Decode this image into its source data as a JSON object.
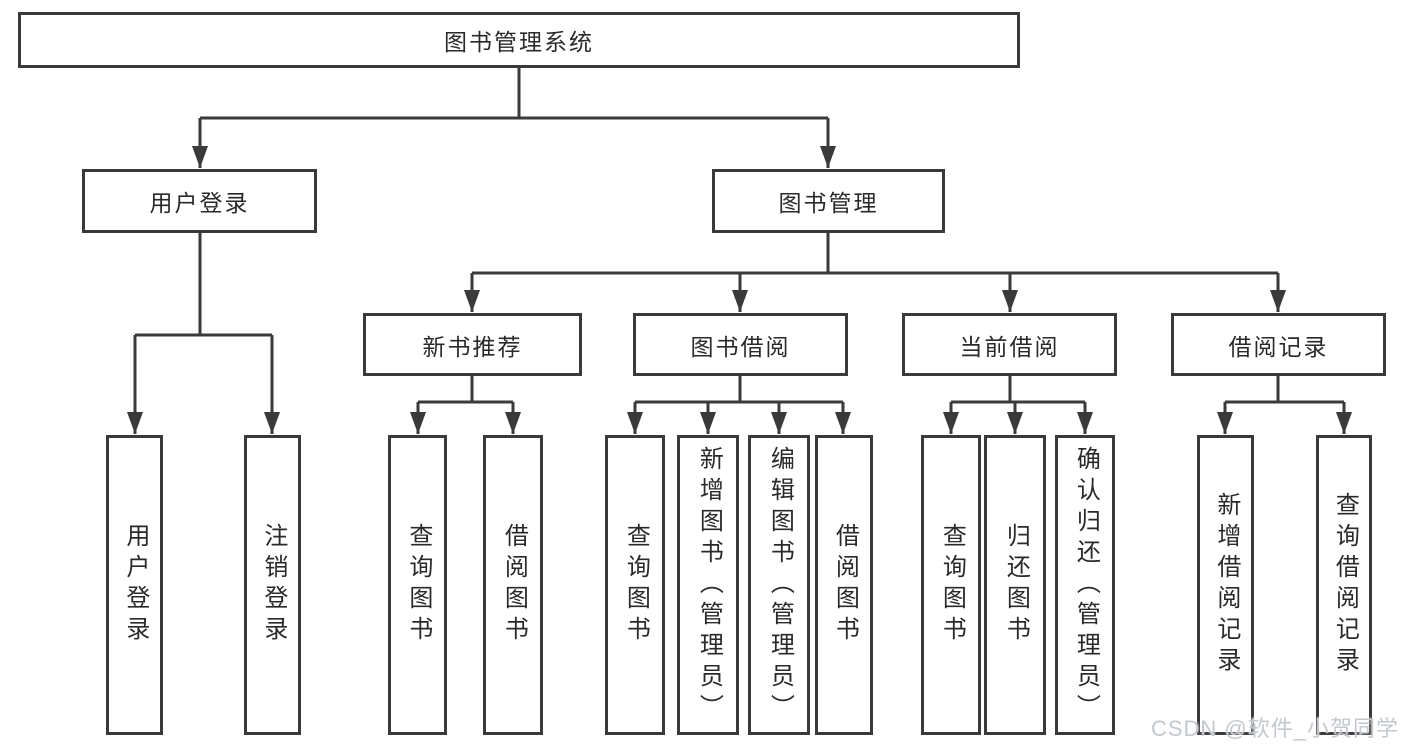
{
  "diagram": {
    "type": "hierarchy-tree",
    "colors": {
      "line": "#3a3a3a",
      "box_border": "#3a3a3a",
      "box_fill": "#ffffff",
      "text": "#2a2a2a",
      "watermark_text": "#c3c8cf",
      "background": "#ffffff"
    },
    "tree": {
      "root": {
        "label": "图书管理系统"
      },
      "level2": [
        {
          "label": "用户登录",
          "children": [
            {
              "label": "用户登录"
            },
            {
              "label": "注销登录"
            }
          ]
        },
        {
          "label": "图书管理",
          "children": [
            {
              "label": "新书推荐",
              "children": [
                {
                  "label": "查询图书"
                },
                {
                  "label": "借阅图书"
                }
              ]
            },
            {
              "label": "图书借阅",
              "children": [
                {
                  "label": "查询图书"
                },
                {
                  "label": "新增图书（管理员）"
                },
                {
                  "label": "编辑图书（管理员）"
                },
                {
                  "label": "借阅图书"
                }
              ]
            },
            {
              "label": "当前借阅",
              "children": [
                {
                  "label": "查询图书"
                },
                {
                  "label": "归还图书"
                },
                {
                  "label": "确认归还（管理员）"
                }
              ]
            },
            {
              "label": "借阅记录",
              "children": [
                {
                  "label": "新增借阅记录"
                },
                {
                  "label": "查询借阅记录"
                }
              ]
            }
          ]
        }
      ]
    },
    "watermark": {
      "text": "CSDN @软件_小贺同学"
    }
  }
}
